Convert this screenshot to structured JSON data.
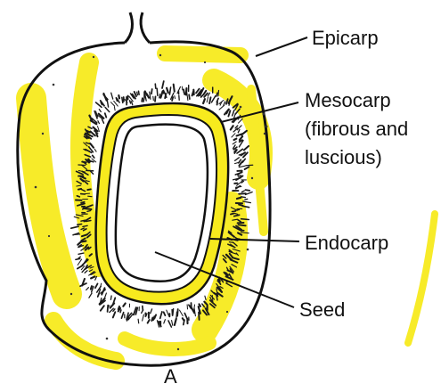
{
  "diagram": {
    "labels": {
      "epicarp": "Epicarp",
      "mesocarp_line1": "Mesocarp",
      "mesocarp_line2": "(fibrous and",
      "mesocarp_line3": "luscious)",
      "endocarp": "Endocarp",
      "seed": "Seed"
    },
    "caption": "A",
    "colors": {
      "outline": "#111111",
      "highlight": "#f7ea1e",
      "fibre": "#1a1a1a",
      "background": "#ffffff"
    }
  }
}
